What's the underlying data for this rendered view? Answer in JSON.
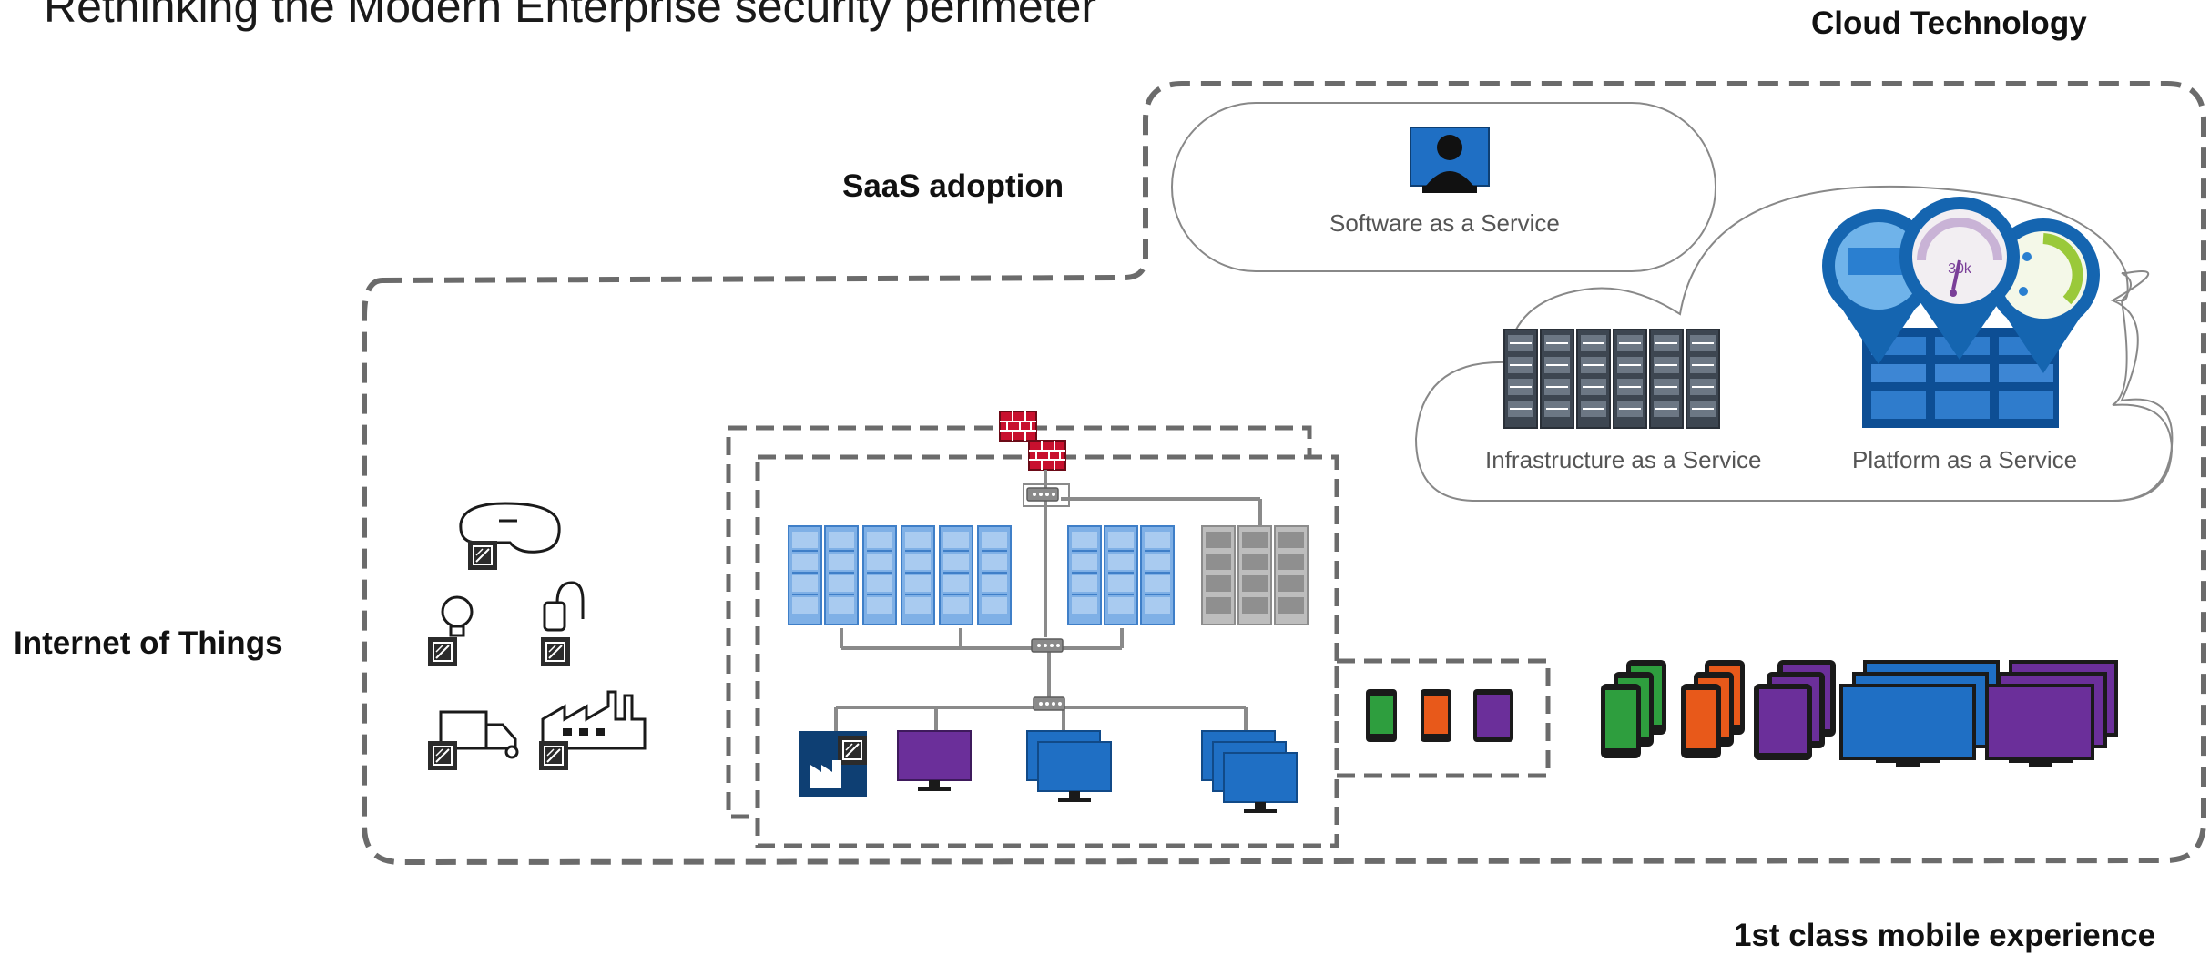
{
  "title": "Rethinking the Modern Enterprise security perimeter",
  "labels": {
    "cloud_technology": "Cloud Technology",
    "saas_adoption": "SaaS adoption",
    "internet_of_things": "Internet of Things",
    "mobile_experience": "1st class mobile experience"
  },
  "services": {
    "saas": "Software as a Service",
    "iaas": "Infrastructure as a Service",
    "paas": "Platform as a Service"
  },
  "paas_gauge_text": "30k",
  "colors": {
    "dash_border": "#6b6b6b",
    "server_blue": "#5b93d6",
    "server_gray": "#9a9a9a",
    "firewall_red": "#c8102e",
    "green_device": "#2e9e3e",
    "orange_device": "#e8591a",
    "purple_device": "#6b2f9a",
    "blue_device": "#1f6fc4",
    "pin_blue": "#1565b0"
  }
}
